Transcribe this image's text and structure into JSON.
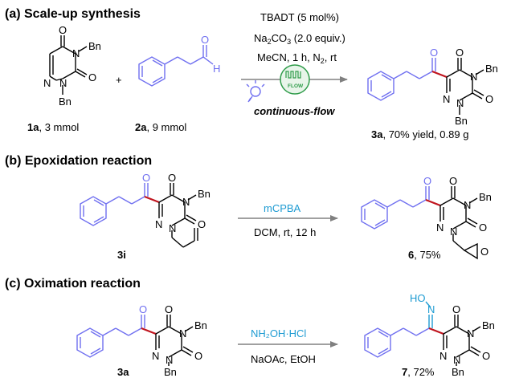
{
  "sections": {
    "a": {
      "title": "(a) Scale-up synthesis",
      "conditions": {
        "catalyst": "TBADT (5 mol%)",
        "base_prefix": "Na",
        "base_sub1": "2",
        "base_mid": "CO",
        "base_sub2": "3",
        "base_suffix": " (2.0 equiv.)",
        "solvent_prefix": "MeCN, 1 h, N",
        "solvent_sub": "2",
        "solvent_suffix": ", rt",
        "mode": "continuous-flow",
        "flow_badge": "FLOW"
      },
      "reactant1": {
        "number": "1a",
        "amount": ", 3 mmol"
      },
      "reactant2": {
        "number": "2a",
        "amount": ", 9 mmol"
      },
      "plus": "+",
      "product": {
        "number": "3a",
        "yield": ", 70% yield, 0.89 g"
      }
    },
    "b": {
      "title": "(b) Epoxidation reaction",
      "reagent": "mCPBA",
      "conditions": "DCM, rt, 12 h",
      "start": "3i",
      "product": {
        "number": "6",
        "yield": ", 75%"
      }
    },
    "c": {
      "title": "(c) Oximation reaction",
      "reagent": "NH₂OH·HCl",
      "conditions": "NaOAc, EtOH",
      "start": "3a",
      "product": {
        "number": "7",
        "yield": ", 72%"
      }
    }
  },
  "atoms": {
    "O": "O",
    "N": "N",
    "Bn": "Bn",
    "H": "H",
    "HO": "HO"
  },
  "colors": {
    "substrate_blue": "#6f6ff0",
    "new_bond_red": "#c0141e",
    "oxime_blue": "#1e9bd2",
    "arrow_gray": "#808080",
    "flow_green": "#2f9c4a"
  }
}
